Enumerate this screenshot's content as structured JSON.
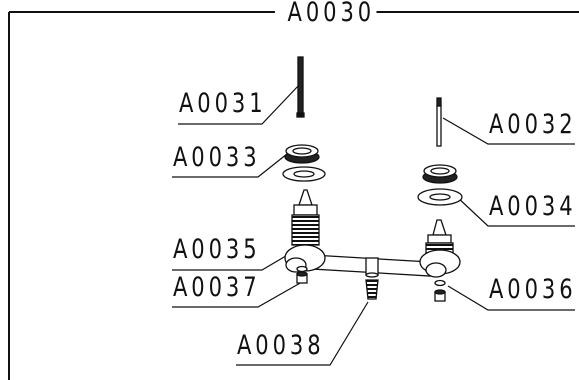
{
  "title": "A0030",
  "parts": [
    {
      "id": "rod_long",
      "label": "A0031"
    },
    {
      "id": "rod_short",
      "label": "A0032"
    },
    {
      "id": "nut_left",
      "label": "A0033"
    },
    {
      "id": "washer_right",
      "label": "A0034"
    },
    {
      "id": "valve_left",
      "label": "A0035"
    },
    {
      "id": "fitting_right",
      "label": "A0036"
    },
    {
      "id": "fitting_left",
      "label": "A0037"
    },
    {
      "id": "spout_nipple",
      "label": "A0038"
    }
  ],
  "colors": {
    "line": "#111111",
    "background": "#ffffff"
  }
}
